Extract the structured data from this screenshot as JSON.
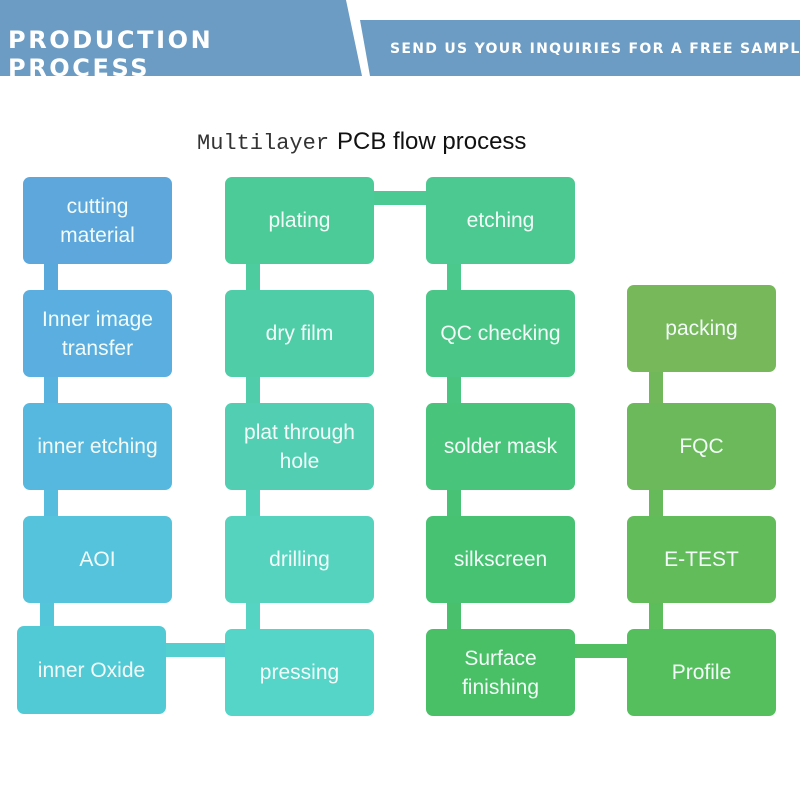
{
  "header": {
    "left_title": "PRODUCTION PROCESS",
    "right_banner": "SEND US YOUR INQUIRIES FOR A FREE SAMPLE"
  },
  "diagram": {
    "title_part1": "Multilayer",
    "title_part2": "PCB flow process",
    "steps": [
      {
        "id": "cutting-material",
        "label": "cutting material",
        "color": "#5ea7dc"
      },
      {
        "id": "inner-image-transfer",
        "label": "Inner image transfer",
        "color": "#5aafe0"
      },
      {
        "id": "inner-etching",
        "label": "inner etching",
        "color": "#57b8df"
      },
      {
        "id": "aoi",
        "label": "AOI",
        "color": "#56c3dd"
      },
      {
        "id": "inner-oxide",
        "label": "inner Oxide",
        "color": "#52cad6"
      },
      {
        "id": "pressing",
        "label": "pressing",
        "color": "#55d4c8"
      },
      {
        "id": "drilling",
        "label": "drilling",
        "color": "#55d3bf"
      },
      {
        "id": "plat-through-hole",
        "label": "plat through hole",
        "color": "#52cfb2"
      },
      {
        "id": "dry-film",
        "label": "dry film",
        "color": "#4fcda7"
      },
      {
        "id": "plating",
        "label": "plating",
        "color": "#4ccb98"
      },
      {
        "id": "etching",
        "label": "etching",
        "color": "#4cc991"
      },
      {
        "id": "qc-checking",
        "label": "QC checking",
        "color": "#4ac686"
      },
      {
        "id": "solder-mask",
        "label": "solder mask",
        "color": "#48c47b"
      },
      {
        "id": "silkscreen",
        "label": "silkscreen",
        "color": "#47c272"
      },
      {
        "id": "surface-finishing",
        "label": "Surface finishing",
        "color": "#49bf66"
      },
      {
        "id": "profile",
        "label": "Profile",
        "color": "#55bf5d"
      },
      {
        "id": "e-test",
        "label": "E-TEST",
        "color": "#63bc5a"
      },
      {
        "id": "fqc",
        "label": "FQC",
        "color": "#6bb95b"
      },
      {
        "id": "packing",
        "label": "packing",
        "color": "#76b85a"
      }
    ]
  }
}
